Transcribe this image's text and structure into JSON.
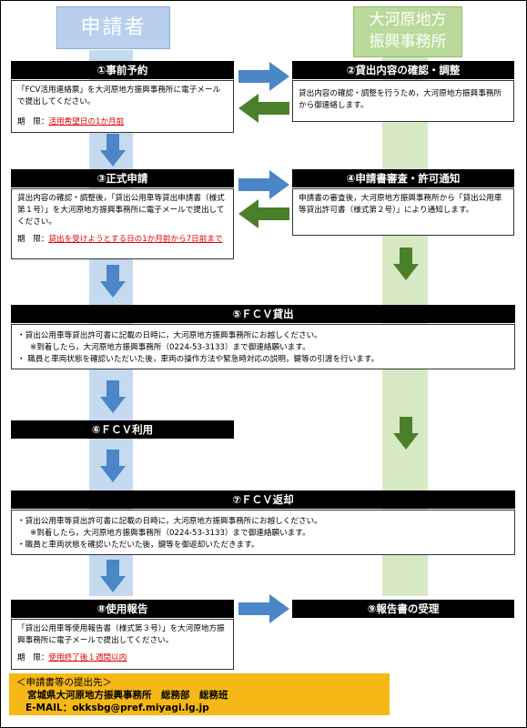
{
  "header": {
    "applicant": "申請者",
    "office_line1": "大河原地方",
    "office_line2": "振興事務所"
  },
  "steps": {
    "s1": {
      "title": "①事前予約",
      "body": "「FCV活用連絡票」を大河原地方振興事務所に電子メールで提出してください。",
      "deadline_label": "期　限：",
      "deadline_value": "活用希望日の1か月前"
    },
    "s2": {
      "title": "②貸出内容の確認・調整",
      "body": "貸出内容の確認・調整を行うため，大河原地方振興事務所から御連絡します。"
    },
    "s3": {
      "title": "③正式申請",
      "body": "貸出内容の確認・調整後，「貸出公用車等貸出申請書（様式第１号）」を大河原地方振興事務所に電子メールで提出してください。",
      "deadline_label": "期　限：",
      "deadline_value": "貸出を受けようとする日の1か月前から7日前まで"
    },
    "s4": {
      "title": "④申請書審査・許可通知",
      "body": "申請書の審査後，大河原地方振興事務所から「貸出公用車等貸出許可書（様式第２号）」により通知します。"
    },
    "s5": {
      "title": "⑤ＦＣＶ貸出",
      "line1": "・貸出公用車等貸出許可書に記載の日時に，大河原地方振興事務所にお越しください。",
      "line2": "※到着したら，大河原地方振興事務所（0224-53-3133）まで御連絡願います。",
      "line3": "・ 職員と車両状態を確認いただいた後，車両の操作方法や緊急時対応の説明，鍵等の引渡を行います。"
    },
    "s6": {
      "title": "⑥ＦＣＶ利用"
    },
    "s7": {
      "title": "⑦ＦＣＶ返却",
      "line1": "・貸出公用車等貸出許可書に記載の日時に，大河原地方振興事務所にお越しください。",
      "line2": "※到着したら，大河原地方振興事務所（0224-53-3133）まで御連絡願います。",
      "line3": "・職員と車両状態を確認いただいた後，鍵等を御返却いただきます。"
    },
    "s8": {
      "title": "⑧使用報告",
      "body": "「貸出公用車等使用報告書（様式第３号）」を大河原地方振興事務所に電子メールで提出してください。",
      "deadline_label": "期　限：",
      "deadline_value": "使用終了後１週間以内"
    },
    "s9": {
      "title": "⑨報告書の受理"
    }
  },
  "contact": {
    "heading": "＜申請書等の提出先＞",
    "office": "宮城県大河原地方振興事務所　総務部　総務班",
    "email": "E-MAIL：okksbg@pref.miyagi.lg.jp"
  },
  "colors": {
    "arrow_blue": "#4a86c8",
    "arrow_green": "#4c7f2a",
    "lane_blue": "#c5d9ef",
    "lane_green": "#d6e8c4",
    "deadline_red": "#e00000",
    "note_bg": "#f5b817"
  }
}
